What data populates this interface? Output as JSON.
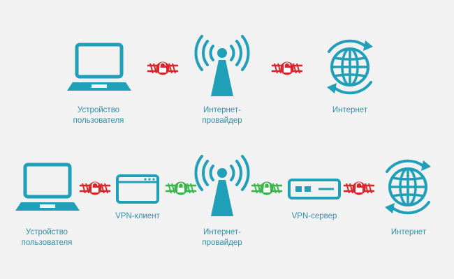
{
  "colors": {
    "teal": "#1f9fb8",
    "label": "#2f8fa8",
    "red": "#d5282c",
    "green": "#3bb54a",
    "background": "#f2f2f2"
  },
  "top_row": {
    "device": {
      "icon": "laptop-icon",
      "label_line1": "Устройство",
      "label_line2": "пользователя"
    },
    "isp": {
      "icon": "antenna-icon",
      "label_line1": "Интернет-",
      "label_line2": "провайдер"
    },
    "internet": {
      "icon": "globe-icon",
      "label": "Интернет"
    },
    "links": [
      {
        "icon": "unlocked-padlock-icon",
        "status": "unprotected",
        "color": "red"
      },
      {
        "icon": "unlocked-padlock-icon",
        "status": "unprotected",
        "color": "red"
      }
    ]
  },
  "bottom_row": {
    "device": {
      "icon": "laptop-icon",
      "label_line1": "Устройство",
      "label_line2": "пользователя"
    },
    "vpn_client": {
      "icon": "app-window-icon",
      "label": "VPN-клиент"
    },
    "isp": {
      "icon": "antenna-icon",
      "label_line1": "Интернет-",
      "label_line2": "провайдер"
    },
    "vpn_server": {
      "icon": "server-icon",
      "label": "VPN-сервер"
    },
    "internet": {
      "icon": "globe-icon",
      "label": "Интернет"
    },
    "links": [
      {
        "icon": "unlocked-padlock-icon",
        "status": "unprotected",
        "color": "red"
      },
      {
        "icon": "locked-padlock-icon",
        "status": "protected",
        "color": "green"
      },
      {
        "icon": "locked-padlock-icon",
        "status": "protected",
        "color": "green"
      },
      {
        "icon": "unlocked-padlock-icon",
        "status": "unprotected",
        "color": "red"
      }
    ]
  }
}
